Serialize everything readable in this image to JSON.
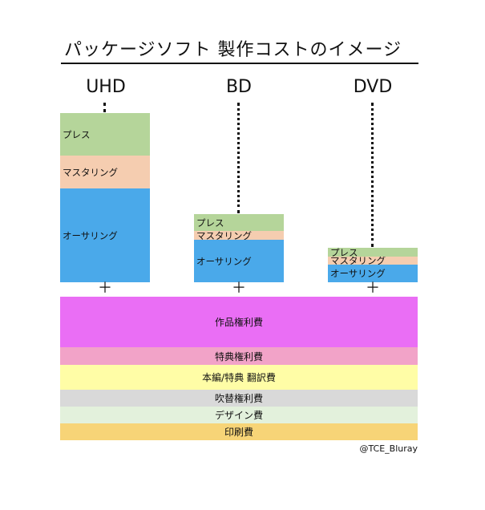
{
  "title": "パッケージソフト 製作コストのイメージ",
  "columns": [
    {
      "label": "UHD",
      "segments": [
        "プレス",
        "マスタリング",
        "オーサリング"
      ]
    },
    {
      "label": "BD",
      "segments": [
        "プレス",
        "マスタリング",
        "オーサリング"
      ]
    },
    {
      "label": "DVD",
      "segments": [
        "プレス",
        "マスタリング",
        "オーサリング"
      ]
    }
  ],
  "plus_symbol": "＋",
  "common_costs": [
    "作品権利費",
    "特典権利費",
    "本編/特典 翻訳費",
    "吹替権利費",
    "デザイン費",
    "印刷費"
  ],
  "credit": "@TCE_Bluray",
  "colors": {
    "press": "#b5d59a",
    "mastering": "#f5cdb0",
    "authoring": "#4aa9ea",
    "work_rights": "#ea6ef5",
    "bonus_rights": "#f2a3c8",
    "translation": "#fffda6",
    "dub_rights": "#d9d9d9",
    "design": "#e3f1dc",
    "printing": "#f7d477"
  }
}
